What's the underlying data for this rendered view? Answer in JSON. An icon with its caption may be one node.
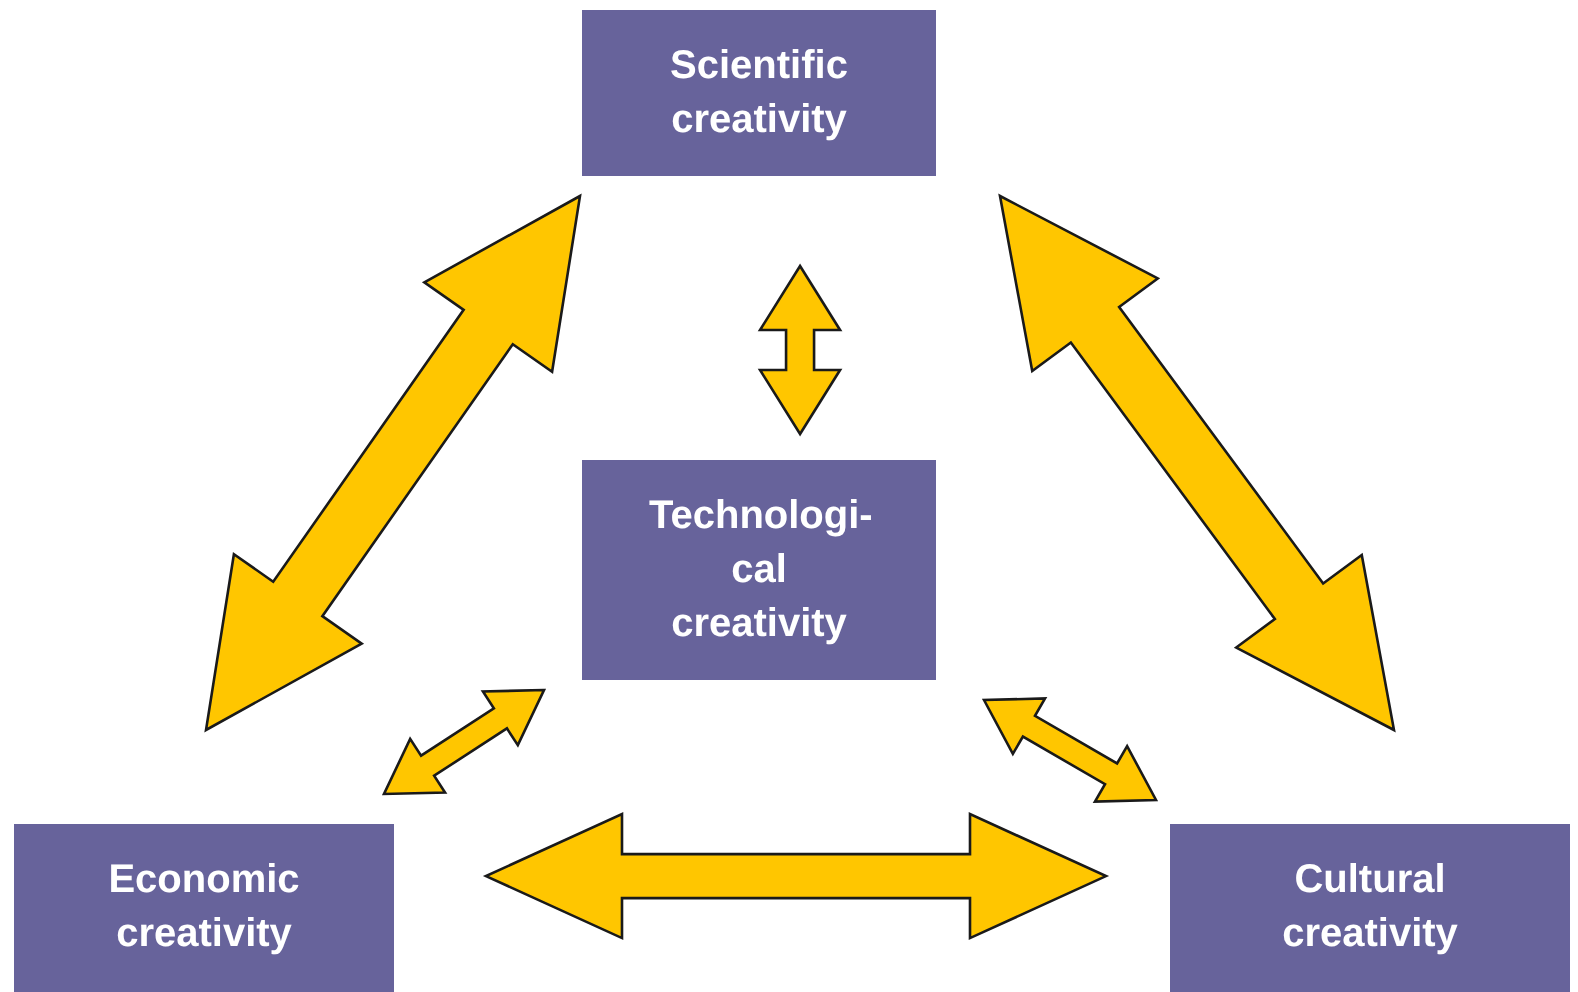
{
  "diagram": {
    "nodes": [
      {
        "text": [
          "Scientific creativity"
        ]
      },
      {
        "text": [
          "Technologi- cal creativity"
        ]
      },
      {
        "text": [
          "Economic creativity"
        ]
      },
      {
        "text": [
          "Cultural creativity"
        ]
      }
    ],
    "edges": [
      {
        "from": 0,
        "to": 1,
        "arrow": "both"
      },
      {
        "from": 0,
        "to": 2,
        "arrow": "both"
      },
      {
        "from": 0,
        "to": 3,
        "arrow": "both"
      },
      {
        "from": 1,
        "to": 2,
        "arrow": "both"
      },
      {
        "from": 1,
        "to": 3,
        "arrow": "both"
      },
      {
        "from": 2,
        "to": 3,
        "arrow": "both"
      }
    ]
  }
}
